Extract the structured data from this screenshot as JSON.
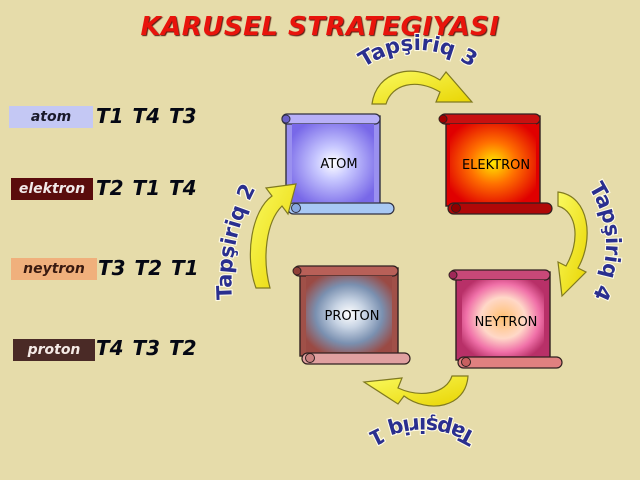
{
  "title": "KARUSEL STRATEGIYASI",
  "rows": [
    {
      "label": "atom",
      "tasks": "T1 T4 T3",
      "bg": "#c4c8f4",
      "fg": "#1a1a2a"
    },
    {
      "label": "elektron",
      "tasks": "T2 T1 T4",
      "bg": "#5a0c0c",
      "fg": "#f0e8e8"
    },
    {
      "label": "neytron",
      "tasks": "T3 T2 T1",
      "bg": "#f0b07c",
      "fg": "#3a1a10"
    },
    {
      "label": "proton",
      "tasks": "T4 T3 T2",
      "bg": "#4a2a26",
      "fg": "#f4eae6"
    }
  ],
  "scrolls": {
    "atom": "ATOM",
    "elektron": "ELEKTRON",
    "proton": "PROTON",
    "neytron": "NEYTRON"
  },
  "curves": {
    "top": "Tapşiriq 3",
    "left": "Tapşiriq 2",
    "right": "Tapşiriq 4",
    "bottom": "Tapşiriq 1"
  },
  "colors": {
    "title": "#e8140c",
    "arrow": "#f4f020",
    "curve_text": "#2a2f8f",
    "background": "#e6dcaa"
  }
}
